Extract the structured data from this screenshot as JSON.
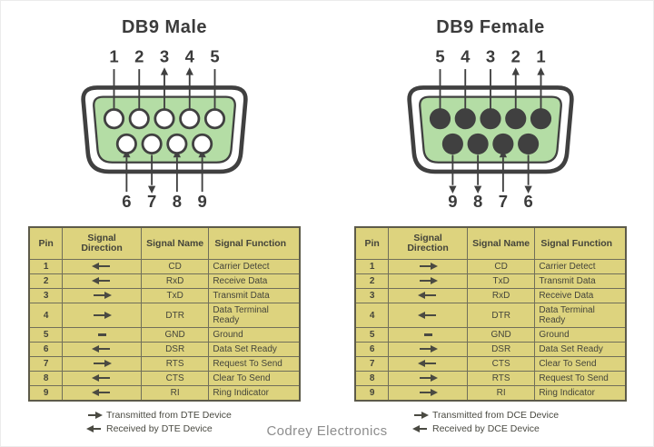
{
  "page": {
    "footer": "Codrey Electronics"
  },
  "colors": {
    "outline": "#404040",
    "connector_fill": "#b4dda5",
    "table_bg": "#ddd37e"
  },
  "connectors": [
    {
      "id": "male",
      "title": "DB9 Male",
      "pin_style": "hollow",
      "top_pins": [
        {
          "n": "1",
          "dir": "in"
        },
        {
          "n": "2",
          "dir": "in"
        },
        {
          "n": "3",
          "dir": "out"
        },
        {
          "n": "4",
          "dir": "out"
        },
        {
          "n": "5",
          "dir": "none"
        }
      ],
      "bottom_pins": [
        {
          "n": "6",
          "dir": "in"
        },
        {
          "n": "7",
          "dir": "out"
        },
        {
          "n": "8",
          "dir": "in"
        },
        {
          "n": "9",
          "dir": "in"
        }
      ],
      "table": {
        "headers": [
          "Pin",
          "Signal Direction",
          "Signal Name",
          "Signal Function"
        ],
        "rows": [
          {
            "pin": "1",
            "dir": "left",
            "name": "CD",
            "function": "Carrier Detect"
          },
          {
            "pin": "2",
            "dir": "left",
            "name": "RxD",
            "function": "Receive Data"
          },
          {
            "pin": "3",
            "dir": "right",
            "name": "TxD",
            "function": "Transmit Data"
          },
          {
            "pin": "4",
            "dir": "right",
            "name": "DTR",
            "function": "Data Terminal Ready"
          },
          {
            "pin": "5",
            "dir": "none",
            "name": "GND",
            "function": "Ground"
          },
          {
            "pin": "6",
            "dir": "left",
            "name": "DSR",
            "function": "Data Set Ready"
          },
          {
            "pin": "7",
            "dir": "right",
            "name": "RTS",
            "function": "Request To Send"
          },
          {
            "pin": "8",
            "dir": "left",
            "name": "CTS",
            "function": "Clear To Send"
          },
          {
            "pin": "9",
            "dir": "left",
            "name": "RI",
            "function": "Ring Indicator"
          }
        ]
      },
      "legend": [
        {
          "dir": "right",
          "label": "Transmitted from DTE Device"
        },
        {
          "dir": "left",
          "label": "Received by DTE Device"
        }
      ]
    },
    {
      "id": "female",
      "title": "DB9 Female",
      "pin_style": "solid",
      "top_pins": [
        {
          "n": "5",
          "dir": "none"
        },
        {
          "n": "4",
          "dir": "in"
        },
        {
          "n": "3",
          "dir": "in"
        },
        {
          "n": "2",
          "dir": "out"
        },
        {
          "n": "1",
          "dir": "out"
        }
      ],
      "bottom_pins": [
        {
          "n": "9",
          "dir": "out"
        },
        {
          "n": "8",
          "dir": "out"
        },
        {
          "n": "7",
          "dir": "in"
        },
        {
          "n": "6",
          "dir": "out"
        }
      ],
      "table": {
        "headers": [
          "Pin",
          "Signal Direction",
          "Signal Name",
          "Signal Function"
        ],
        "rows": [
          {
            "pin": "1",
            "dir": "right",
            "name": "CD",
            "function": "Carrier Detect"
          },
          {
            "pin": "2",
            "dir": "right",
            "name": "TxD",
            "function": "Transmit Data"
          },
          {
            "pin": "3",
            "dir": "left",
            "name": "RxD",
            "function": "Receive Data"
          },
          {
            "pin": "4",
            "dir": "left",
            "name": "DTR",
            "function": "Data Terminal Ready"
          },
          {
            "pin": "5",
            "dir": "none",
            "name": "GND",
            "function": "Ground"
          },
          {
            "pin": "6",
            "dir": "right",
            "name": "DSR",
            "function": "Data Set Ready"
          },
          {
            "pin": "7",
            "dir": "left",
            "name": "CTS",
            "function": "Clear To Send"
          },
          {
            "pin": "8",
            "dir": "right",
            "name": "RTS",
            "function": "Request To Send"
          },
          {
            "pin": "9",
            "dir": "right",
            "name": "RI",
            "function": "Ring Indicator"
          }
        ]
      },
      "legend": [
        {
          "dir": "right",
          "label": "Transmitted from DCE Device"
        },
        {
          "dir": "left",
          "label": "Received by DCE Device"
        }
      ]
    }
  ]
}
